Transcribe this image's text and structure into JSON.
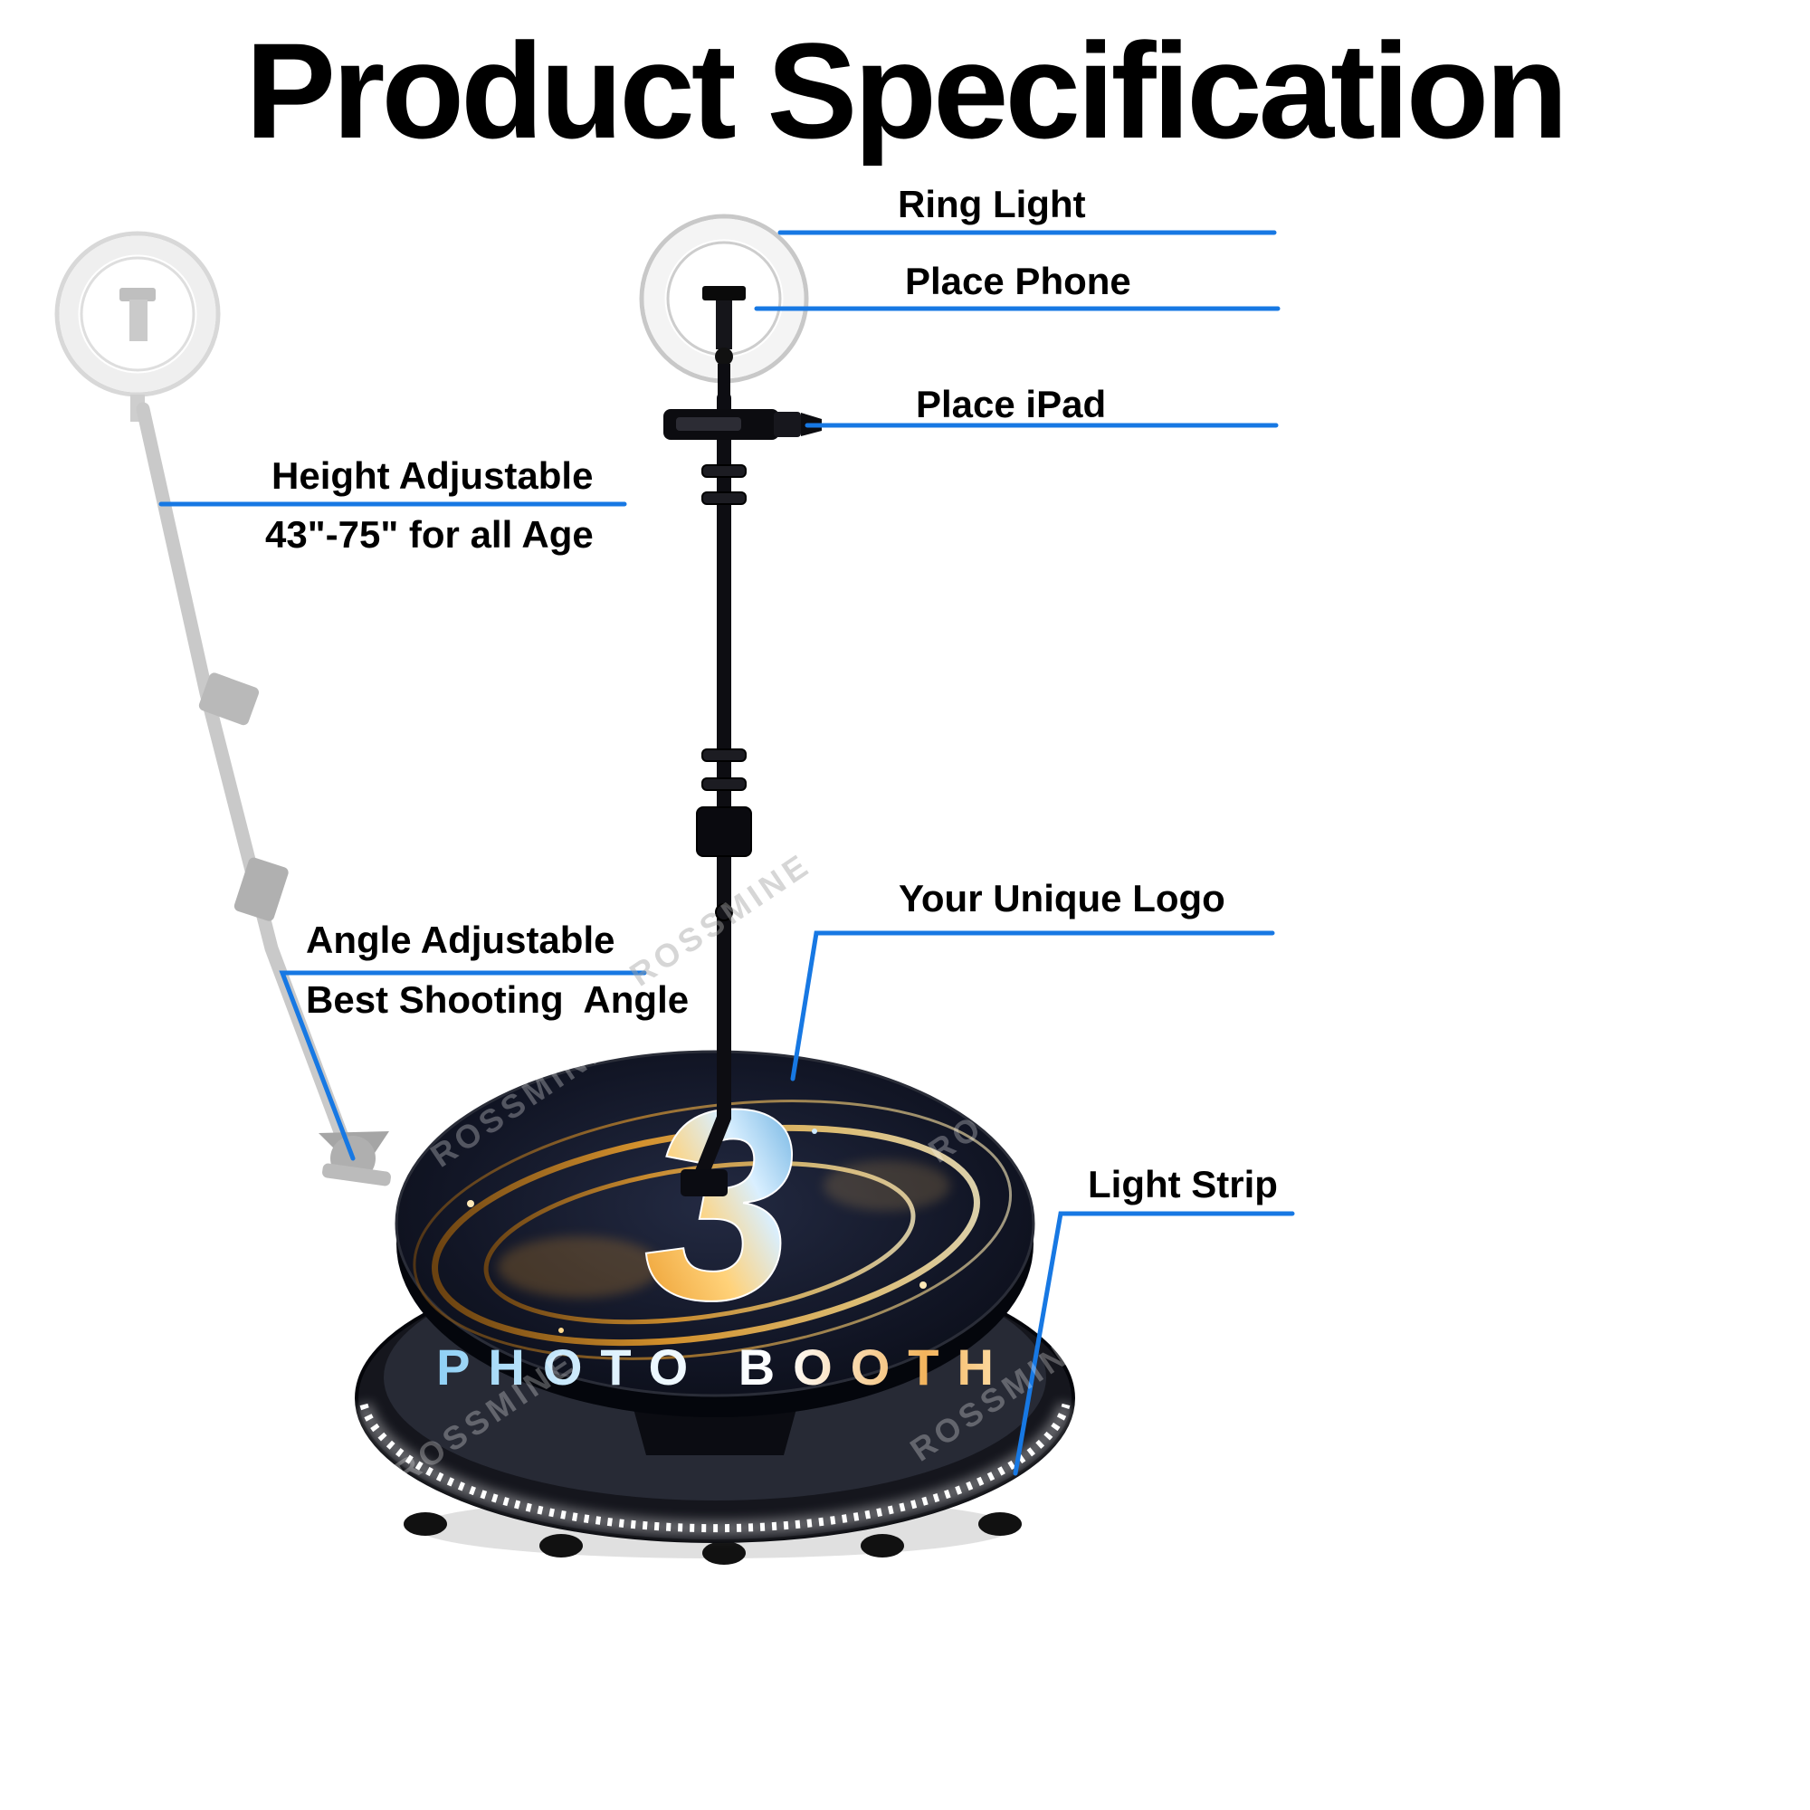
{
  "title": "Product Specification",
  "annotations": {
    "ring_light": "Ring Light",
    "place_phone": "Place Phone",
    "place_ipad": "Place iPad",
    "height_adjustable": "Height Adjustable",
    "height_range": "43\"-75\" for all Age",
    "angle_adjustable": "Angle Adjustable",
    "best_shooting": "Best Shooting  Angle",
    "unique_logo": "Your Unique Logo",
    "light_strip": "Light Strip"
  },
  "platform": {
    "logo_number": "3",
    "logo_text": "PHOTO BOOTH"
  },
  "watermark": "ROSSMINE",
  "colors": {
    "annotation_line": "#1778e3",
    "label_text": "#000000",
    "platform_gold": "#f2a33c",
    "platform_blue": "#6fb7e8",
    "stand_black": "#0d0d12",
    "ghost_gray": "#bcbcbc"
  }
}
